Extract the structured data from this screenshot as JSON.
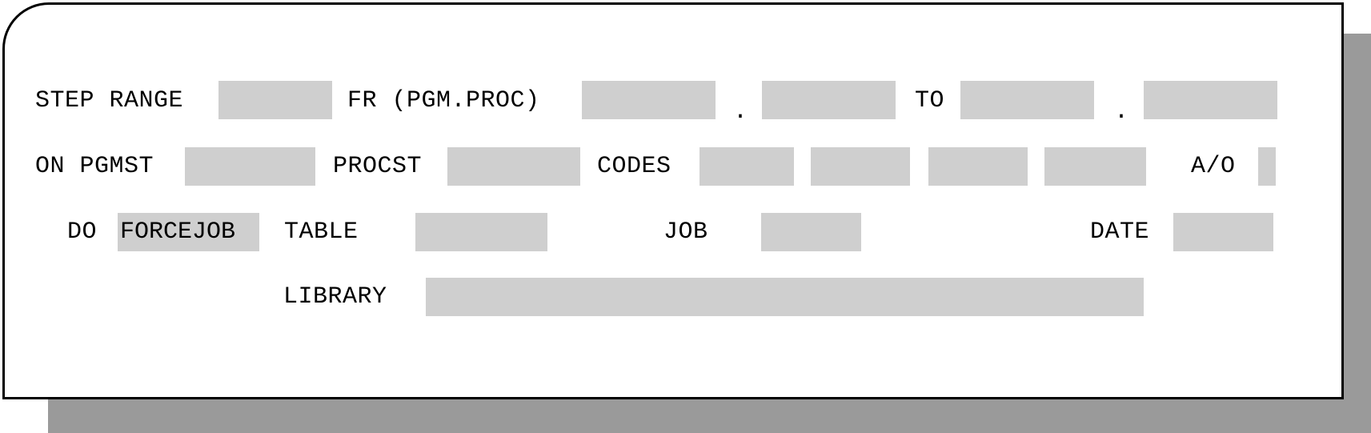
{
  "row1": {
    "step_range_label": "STEP RANGE",
    "step_range_value": "",
    "fr_label": "FR (PGM.PROC)",
    "fr_pgm_value": "",
    "fr_sep": ".",
    "fr_proc_value": "",
    "to_label": "TO",
    "to_pgm_value": "",
    "to_sep": ".",
    "to_proc_value": ""
  },
  "row2": {
    "on_pgmst_label": "ON PGMST",
    "pgmst_value": "",
    "procst_label": "PROCST",
    "procst_value": "",
    "codes_label": "CODES",
    "codes_values": [
      "",
      "",
      "",
      ""
    ],
    "ao_label": "A/O",
    "ao_value": ""
  },
  "row3": {
    "do_label": "DO",
    "do_value": "FORCEJOB",
    "table_label": "TABLE",
    "table_value": "",
    "job_label": "JOB",
    "job_value": "",
    "date_label": "DATE",
    "date_value": ""
  },
  "row4": {
    "library_label": "LIBRARY",
    "library_value": ""
  },
  "colors": {
    "field_fill": "#cfcfcf",
    "shadow": "#9a9a9a",
    "border": "#000000"
  }
}
